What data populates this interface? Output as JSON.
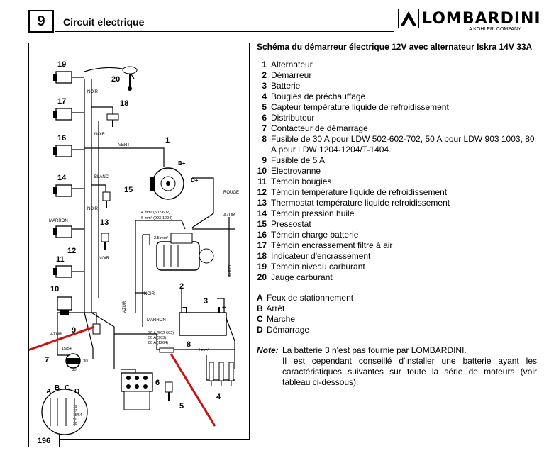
{
  "header": {
    "chapter_number": "9",
    "chapter_title": "Circuit electrique",
    "brand": "LOMBARDINI",
    "brand_sub": "A KOHLER. COMPANY"
  },
  "page_number": "196",
  "description": {
    "title": "Schéma du démarreur électrique 12V avec alternateur Iskra 14V 33A",
    "legend": [
      {
        "num": "1",
        "text": "Alternateur"
      },
      {
        "num": "2",
        "text": "Démarreur"
      },
      {
        "num": "3",
        "text": "Batterie"
      },
      {
        "num": "4",
        "text": "Bougies de préchauffage"
      },
      {
        "num": "5",
        "text": "Capteur température liquide de refroidissement"
      },
      {
        "num": "6",
        "text": "Distributeur"
      },
      {
        "num": "7",
        "text": "Contacteur de démarrage"
      },
      {
        "num": "8",
        "text": "Fusible de 30 A pour LDW 502-602-702, 50 A  pour  LDW 903 1003, 80 A  pour LDW 1204-1204/T-1404."
      },
      {
        "num": "9",
        "text": "Fusible  de 5 A"
      },
      {
        "num": "10",
        "text": "Electrovanne"
      },
      {
        "num": "11",
        "text": "Témoin bougies"
      },
      {
        "num": "12",
        "text": "Témoin température liquide de refroidissement"
      },
      {
        "num": "13",
        "text": "Thermostat température liquide refroidissement"
      },
      {
        "num": "14",
        "text": "Témoin pression huile"
      },
      {
        "num": "15",
        "text": "Pressostat"
      },
      {
        "num": "16",
        "text": "Témoin charge batterie"
      },
      {
        "num": "17",
        "text": "Témoin encrassement filtre à air"
      },
      {
        "num": "18",
        "text": "Indicateur d'encrassement"
      },
      {
        "num": "19",
        "text": "Témoin niveau carburant"
      },
      {
        "num": "20",
        "text": "Jauge carburant"
      }
    ],
    "switch_positions": [
      {
        "letter": "A",
        "text": "Feux de stationnement"
      },
      {
        "letter": "B",
        "text": "Arrêt"
      },
      {
        "letter": "C",
        "text": "Marche"
      },
      {
        "letter": "D",
        "text": "Démarrage"
      }
    ],
    "note": {
      "label": "Note:",
      "line1": "La batterie 3 n'est pas fournie par LOMBARDINI.",
      "line2": "Il est cependant conseillé d'installer une batterie ayant les caractéristiques suivantes sur toute la série de moteurs (voir tableau ci-dessous):"
    }
  },
  "diagram": {
    "component_labels": [
      "19",
      "20",
      "17",
      "18",
      "16",
      "1",
      "14",
      "15",
      "13",
      "12",
      "11",
      "10",
      "2",
      "3",
      "9",
      "7",
      "8",
      "6",
      "5",
      "4"
    ],
    "switch_letters": [
      "A",
      "B",
      "C",
      "D"
    ],
    "wire_labels": {
      "noir": "NOIR",
      "vert": "VERT",
      "blanc": "BLANC",
      "rouge": "ROUGE",
      "marron": "MARRON",
      "azur": "AZUR",
      "b_plus": "B+",
      "d_plus": "D+",
      "fuse_spec_30": "30 A (502-602)",
      "fuse_spec_50": "50 A (903)",
      "fuse_spec_80": "80 A (1204)",
      "wire_4mm_a": "4 mm² (502-602)",
      "wire_4mm_b": "6 mm² (903-1204)",
      "wire_25": "2.5 mm²",
      "wire_4": "4 mm²",
      "wire_35": "35 mm²",
      "term_1554": "15/54",
      "term_30": "30",
      "term_50": "50",
      "term_19": "19",
      "term_17": "17",
      "term_15": "15/54",
      "term_50b": "50",
      "term_30b": "30"
    },
    "arrow_color": "#cc1111"
  }
}
